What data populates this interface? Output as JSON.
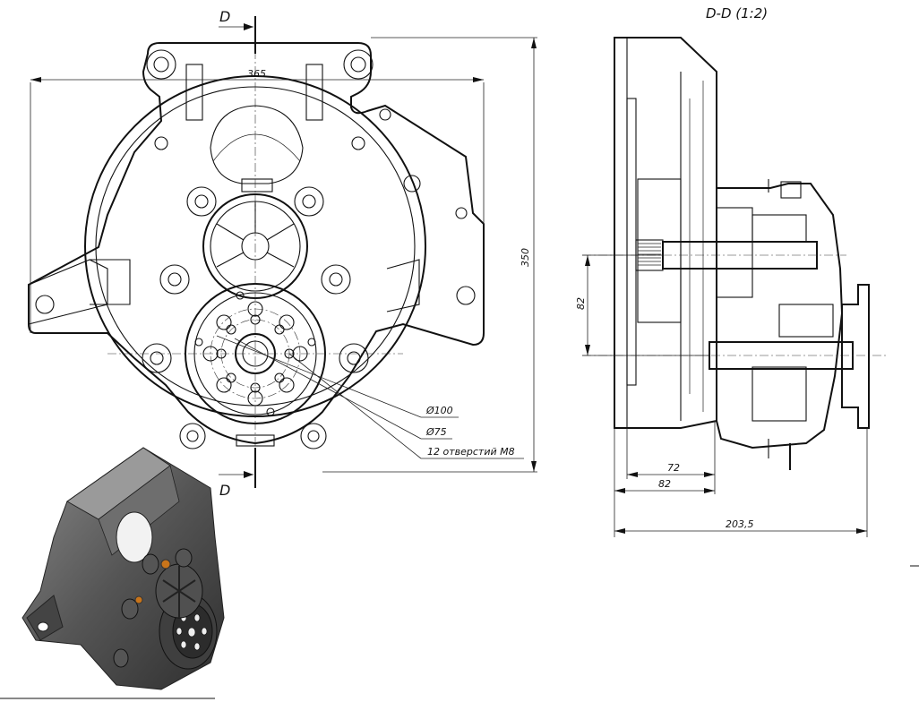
{
  "section_title": "D-D (1:2)",
  "section_marks": {
    "top": "D",
    "bottom": "D"
  },
  "front_view_dims": {
    "width": "365",
    "height": "350",
    "dia_outer": "Ø100",
    "dia_inner": "Ø75",
    "holes_note": "12 отверстий М8"
  },
  "section_view_dims": {
    "shaft_spacing": "82",
    "depth_a": "72",
    "depth_b": "82",
    "overall_length": "203,5"
  },
  "colors": {
    "line": "#111111",
    "body_3d": "#5a5a5a",
    "accent_3d": "#c8741a",
    "paper": "#ffffff"
  }
}
